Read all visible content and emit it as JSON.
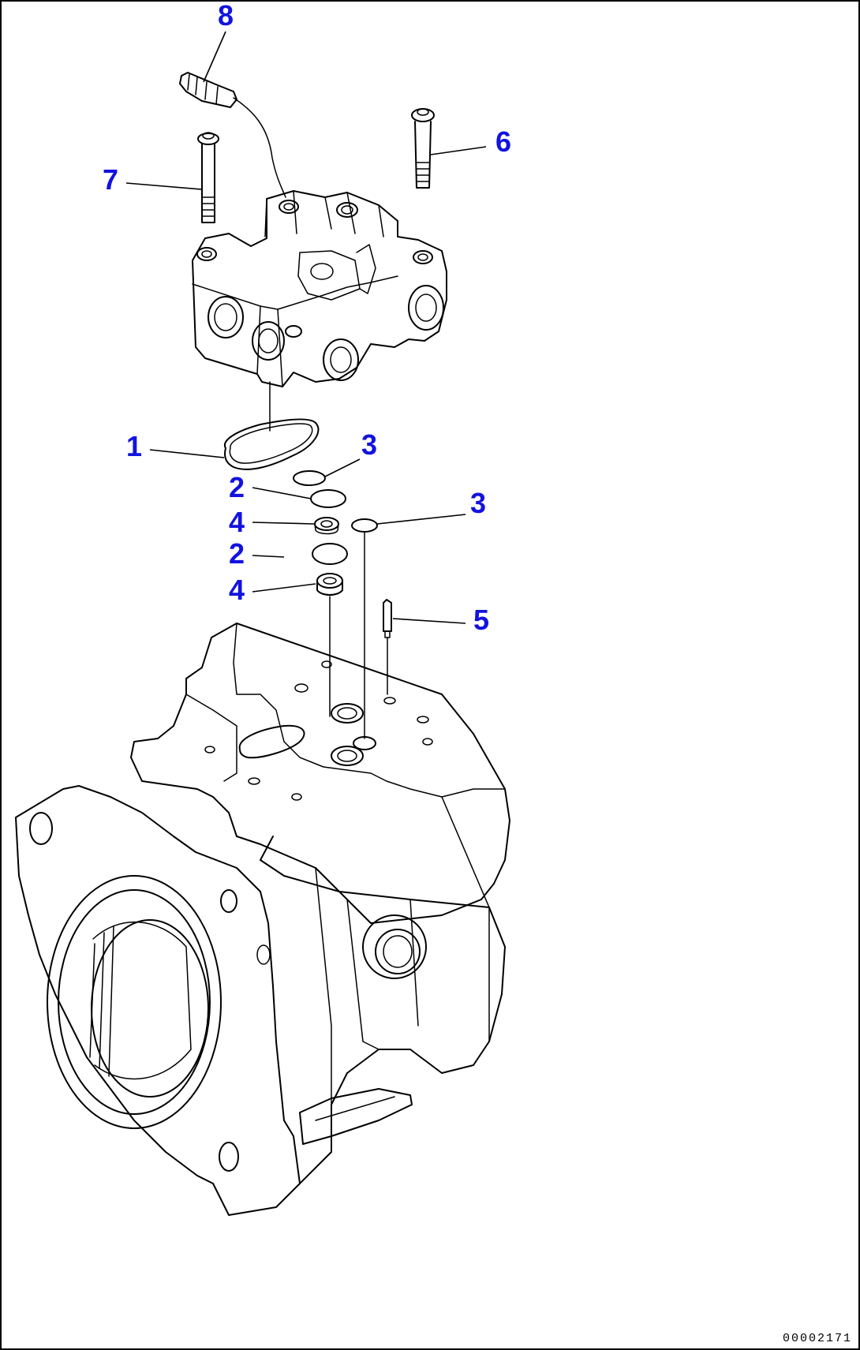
{
  "callouts": {
    "c1": "1",
    "c2a": "2",
    "c2b": "2",
    "c3a": "3",
    "c3b": "3",
    "c4a": "4",
    "c4b": "4",
    "c5": "5",
    "c6": "6",
    "c7": "7",
    "c8": "8"
  },
  "drawing_code": "00002171",
  "colors": {
    "callout": "#1212e0",
    "line": "#000000",
    "background": "#ffffff"
  }
}
